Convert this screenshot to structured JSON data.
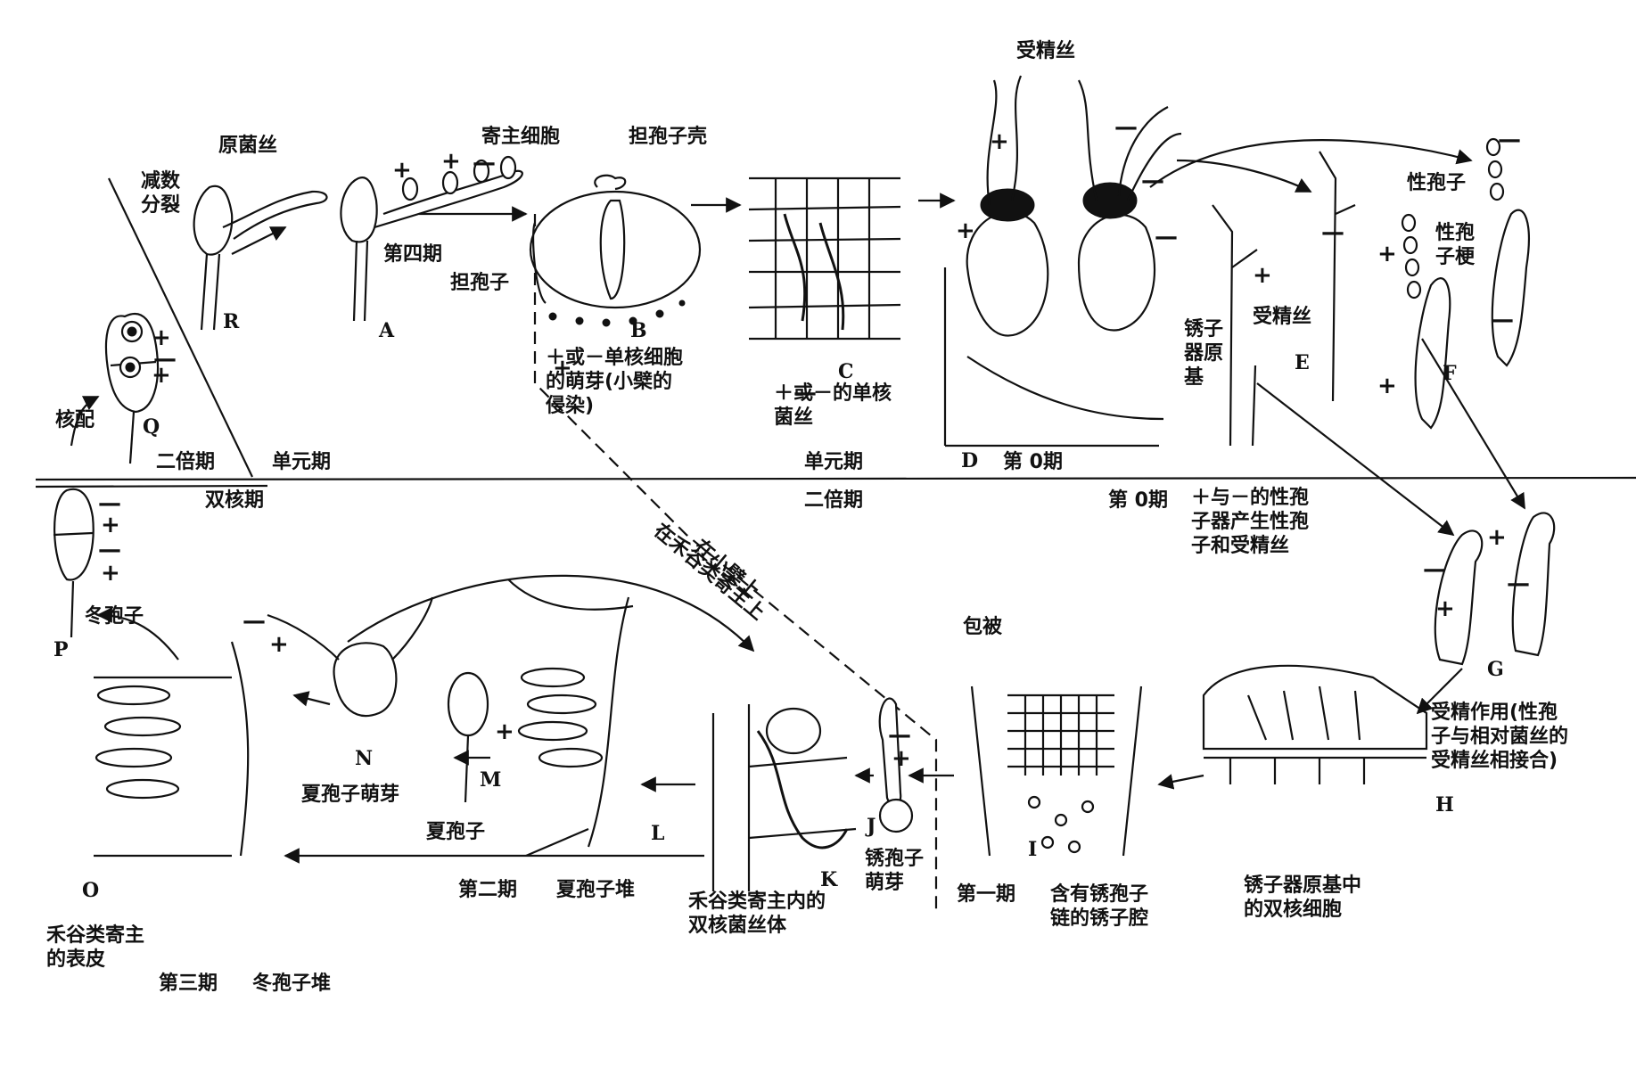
{
  "colors": {
    "ink": "#111111",
    "paper": "#ffffff"
  },
  "phases": {
    "haploid_left": "单元期",
    "diploid_left": "二倍期",
    "dikaryon_left": "双核期",
    "haploid_mid": "单元期",
    "diploid_mid": "二倍期",
    "on_barberry": "在小檗上",
    "on_grass": "在禾谷类寄主上"
  },
  "labels": {
    "spermogonium_hyphae": "受精丝",
    "promycelium": "原菌丝",
    "meiosis": [
      "减数",
      "分裂"
    ],
    "host_cell": "寄主细胞",
    "basidiospore_shell": "担孢子壳",
    "stage_four": "第四期",
    "basidiospore": "担孢子",
    "karyogamy": "核配",
    "germination_b": [
      "＋或－单核细胞",
      "的萌芽(小檗的",
      "侵染)"
    ],
    "mycelium_c": [
      "＋或－的单核",
      "菌丝"
    ],
    "stage_zero_d": "第 0期",
    "stage_zero_mid": "第 0期",
    "aecium_primordium": [
      "锈子",
      "器原",
      "基"
    ],
    "receptive_hyphae_e": "受精丝",
    "spermatium": "性孢子",
    "spermatiophore": [
      "性孢",
      "子梗"
    ],
    "spermogonium_note": [
      "＋与－的性孢",
      "子器产生性孢",
      "子和受精丝"
    ],
    "teliospore": "冬孢子",
    "peridium": "包被",
    "fertilization": [
      "受精作用(性孢",
      "子与相对菌丝的",
      "受精丝相接合)"
    ],
    "urediospore_germ": "夏孢子萌芽",
    "urediospore": "夏孢子",
    "aeciospore_germ": [
      "锈孢子",
      "萌芽"
    ],
    "stage_two": "第二期",
    "uredium": "夏孢子堆",
    "dikaryon_mycelium": [
      "禾谷类寄主内的",
      "双核菌丝体"
    ],
    "stage_one": "第一期",
    "aecium_cavity": [
      "含有锈孢子",
      "链的锈子腔"
    ],
    "aecium_dikaryon": [
      "锈子器原基中",
      "的双核细胞"
    ],
    "host_epidermis": [
      "禾谷类寄主",
      "的表皮"
    ],
    "stage_three": "第三期",
    "telium": "冬孢子堆"
  },
  "letters": {
    "A": "A",
    "B": "B",
    "C": "C",
    "D": "D",
    "E": "E",
    "F": "F",
    "G": "G",
    "H": "H",
    "I": "I",
    "J": "J",
    "K": "K",
    "L": "L",
    "M": "M",
    "N": "N",
    "O": "O",
    "P": "P",
    "Q": "Q",
    "R": "R"
  },
  "signs": {
    "plus": "+",
    "minus": "—"
  }
}
